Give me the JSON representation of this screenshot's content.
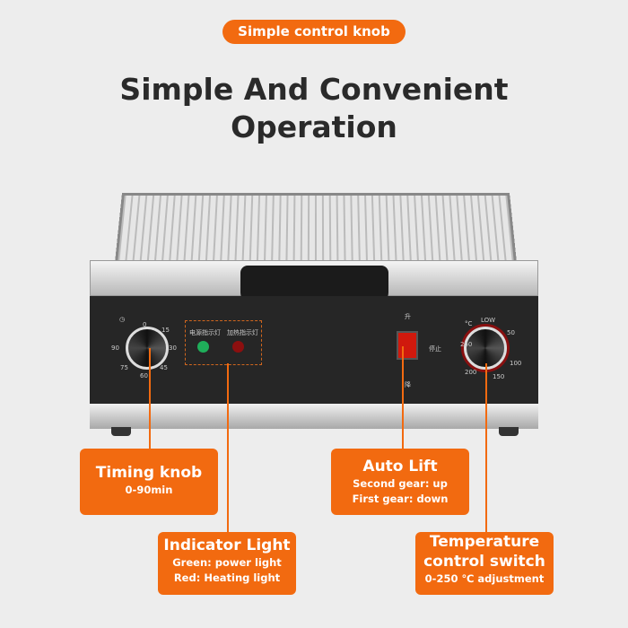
{
  "badge": "Simple control knob",
  "title": {
    "line1": "Simple And Convenient",
    "line2": "Operation"
  },
  "panel": {
    "timer_marks": [
      "0",
      "15",
      "30",
      "45",
      "60",
      "75",
      "90"
    ],
    "power_light_label": "电源指示灯",
    "heat_light_label": "加热指示灯",
    "lift_up": "升",
    "lift_stop": "停止",
    "lift_down": "降",
    "temp_marks": [
      "LOW",
      "50",
      "100",
      "150",
      "200",
      "250"
    ],
    "temp_unit": "°C"
  },
  "callouts": {
    "timing": {
      "title": "Timing knob",
      "lines": [
        "0-90min"
      ]
    },
    "indicator": {
      "title": "Indicator Light",
      "lines": [
        "Green: power light",
        "Red: Heating light"
      ]
    },
    "lift": {
      "title": "Auto Lift",
      "lines": [
        "Second gear: up",
        "First gear: down"
      ]
    },
    "temperature": {
      "title_lines": [
        "Temperature",
        "control switch"
      ],
      "lines": [
        "0-250 ℃ adjustment"
      ]
    }
  },
  "colors": {
    "accent": "#f26a10",
    "panel": "#262626"
  }
}
